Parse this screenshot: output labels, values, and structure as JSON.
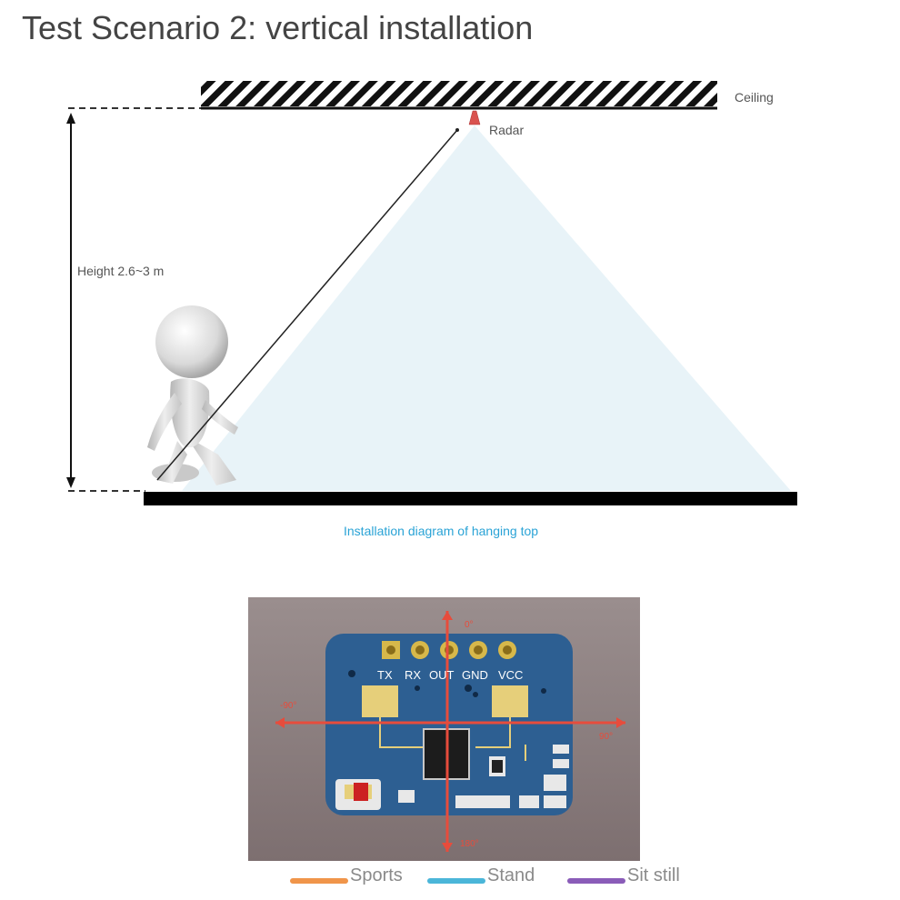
{
  "title": "Test Scenario 2: vertical installation",
  "diagram": {
    "ceiling_label": "Ceiling",
    "radar_label": "Radar",
    "height_label": "Height 2.6~3 m",
    "caption": "Installation diagram of hanging top"
  },
  "board": {
    "pins": [
      "TX",
      "RX",
      "OUT",
      "GND",
      "VCC"
    ],
    "angles": {
      "top": "0°",
      "left": "-90°",
      "right": "90°",
      "bottom": "180°"
    }
  },
  "legend": [
    {
      "label": "Sports",
      "color": "#f0954a"
    },
    {
      "label": "Stand",
      "color": "#4bb6d9"
    },
    {
      "label": "Sit still",
      "color": "#8a5cb8"
    }
  ],
  "colors": {
    "coverage": "#e8f3f8",
    "board_blue": "#2d5f92",
    "axis_red": "#e74c3c",
    "radar_red": "#d9534f"
  }
}
